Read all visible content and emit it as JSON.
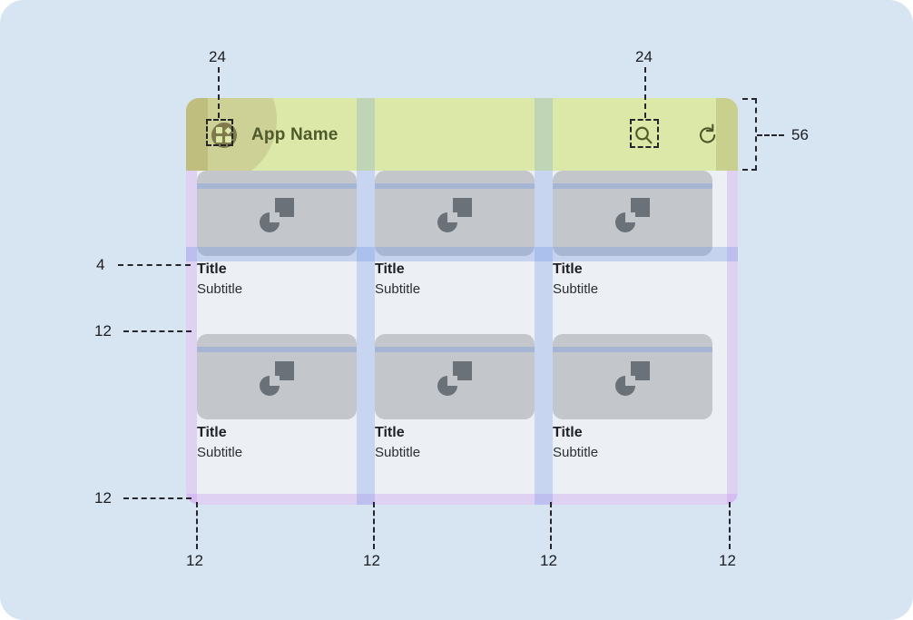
{
  "spec": {
    "canvas_bg": "#d7e5f3",
    "app_frame": {
      "appbar": {
        "bg": "#dbe8a8",
        "height_label": "56",
        "logo_icon": "dashboard-grid-icon",
        "title": "App Name",
        "actions": [
          {
            "icon": "search-icon",
            "name": "search"
          },
          {
            "icon": "refresh-icon",
            "name": "refresh"
          }
        ],
        "side_padding_label": "24",
        "touch_target_label": "24"
      },
      "cards": [
        {
          "title": "Title",
          "subtitle": "Subtitle",
          "thumb_icon": "image-placeholder-icon"
        },
        {
          "title": "Title",
          "subtitle": "Subtitle",
          "thumb_icon": "image-placeholder-icon"
        },
        {
          "title": "Title",
          "subtitle": "Subtitle",
          "thumb_icon": "image-placeholder-icon"
        },
        {
          "title": "Title",
          "subtitle": "Subtitle",
          "thumb_icon": "image-placeholder-icon"
        },
        {
          "title": "Title",
          "subtitle": "Subtitle",
          "thumb_icon": "image-placeholder-icon"
        },
        {
          "title": "Title",
          "subtitle": "Subtitle",
          "thumb_icon": "image-placeholder-icon"
        }
      ]
    },
    "measurements": {
      "appbar_logo_spacing": "24",
      "appbar_action_spacing": "24",
      "appbar_height": "56",
      "thumb_to_title_gap": "4",
      "row_gap": "12",
      "outer_bottom_padding": "12",
      "gutter_1": "12",
      "gutter_2": "12",
      "gutter_3": "12",
      "gutter_4": "12"
    },
    "colors": {
      "appbar": "#dbe8a8",
      "appbar_text": "#4f5a2a",
      "thumb": "#c3c7cc",
      "card_bg": "#eceff3",
      "padding_overlay": "#c084f0",
      "gutter_overlay": "#608ce6",
      "annotation": "#24262b"
    }
  }
}
